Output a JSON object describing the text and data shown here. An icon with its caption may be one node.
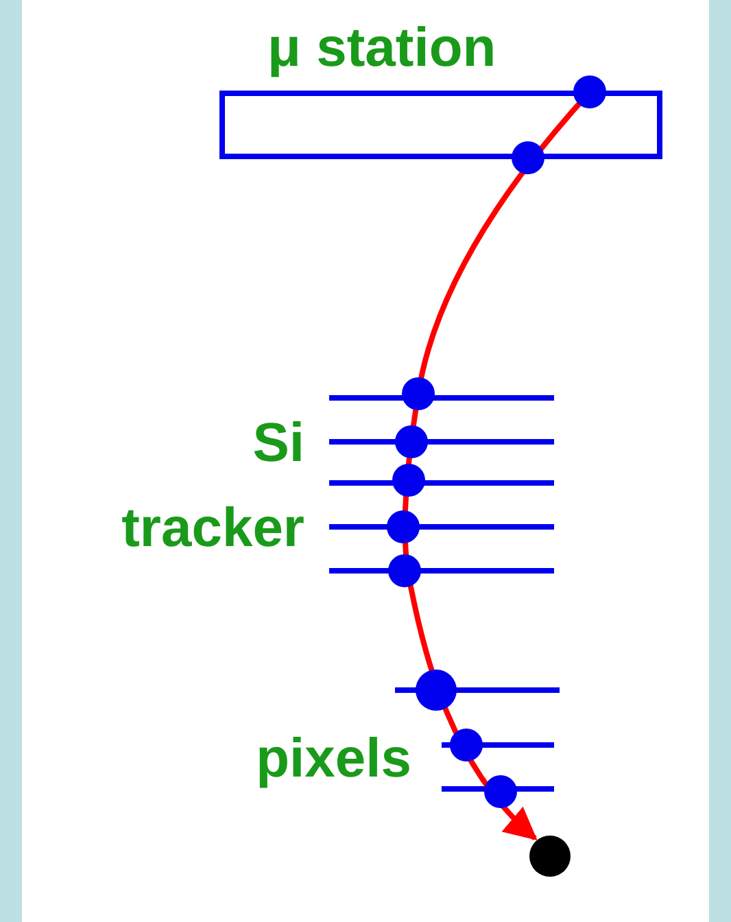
{
  "diagram": {
    "nodes": [
      {
        "text": [
          "μ station"
        ]
      },
      {
        "text": [],
        "shape": "circle"
      }
    ],
    "edges": [
      {
        "from": 0,
        "to": 1,
        "arrow": "to"
      }
    ],
    "labels": [
      "Si tracker",
      "pixels"
    ]
  }
}
